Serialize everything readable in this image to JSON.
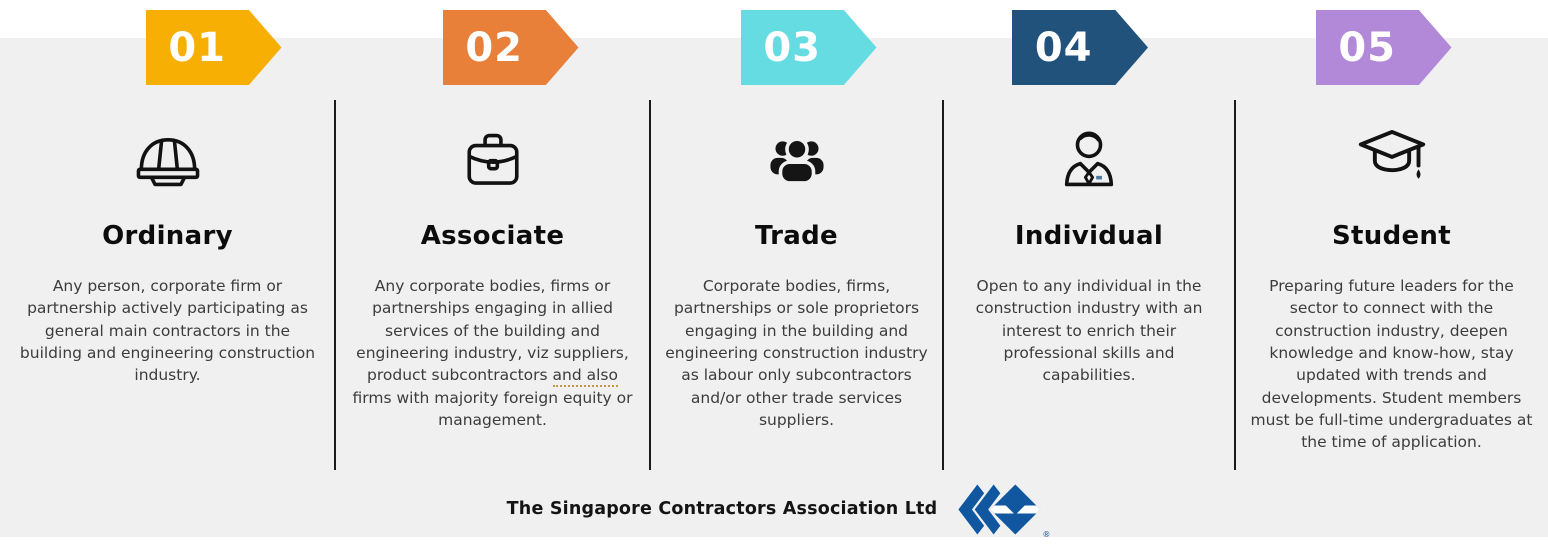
{
  "page": {
    "background_color": "#f1f0f0",
    "strip_color": "#ffffff"
  },
  "columns": [
    {
      "number": "01",
      "banner_color": "#F8AF03",
      "icon": "hard-hat-icon",
      "title": "Ordinary",
      "description": "Any person, corporate firm or partnership actively participating as general main contractors in the building and engineering construction industry."
    },
    {
      "number": "02",
      "banner_color": "#E8803A",
      "icon": "briefcase-icon",
      "title": "Associate",
      "description_parts": {
        "before": "Any corporate bodies, firms or partnerships engaging in allied services of the building and engineering industry, viz suppliers, product subcontractors ",
        "underlined": "and also",
        "after": " firms with majority foreign equity or management."
      }
    },
    {
      "number": "03",
      "banner_color": "#65DCE2",
      "icon": "people-group-icon",
      "title": "Trade",
      "description": "Corporate bodies, firms, partnerships or sole proprietors engaging in the building and engineering construction industry as labour only subcontractors and/or other trade services suppliers."
    },
    {
      "number": "04",
      "banner_color": "#20527B",
      "icon": "person-bust-icon",
      "title": "Individual",
      "description": "Open to any individual in the construction industry with an interest to enrich their professional skills and capabilities."
    },
    {
      "number": "05",
      "banner_color": "#B288D8",
      "icon": "graduation-cap-icon",
      "title": "Student",
      "description": "Preparing future leaders for the sector to connect with the construction industry, deepen knowledge and know-how, stay updated with trends and developments. Student members must be full-time undergraduates at the time of application."
    }
  ],
  "footer": {
    "organization": "The Singapore Contractors Association Ltd",
    "logo": "sca-logo",
    "logo_color": "#1057A0",
    "registered_mark": "®"
  }
}
